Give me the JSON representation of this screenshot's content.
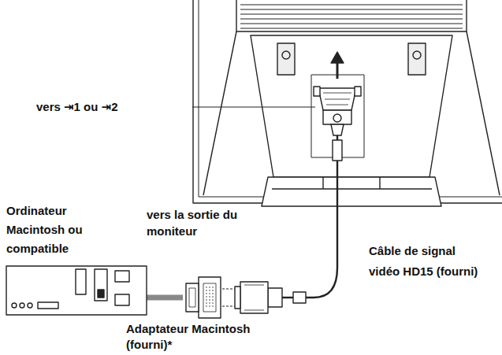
{
  "diagram": {
    "labels": [
      "vers ⇥1 ou ⇥2",
      "Ordinateur Macintosh ou compatible",
      "vers la sortie du moniteur",
      "Câble de signal vidéo HD15 (fourni)",
      "Adaptateur Macintosh (fourni)*"
    ]
  }
}
